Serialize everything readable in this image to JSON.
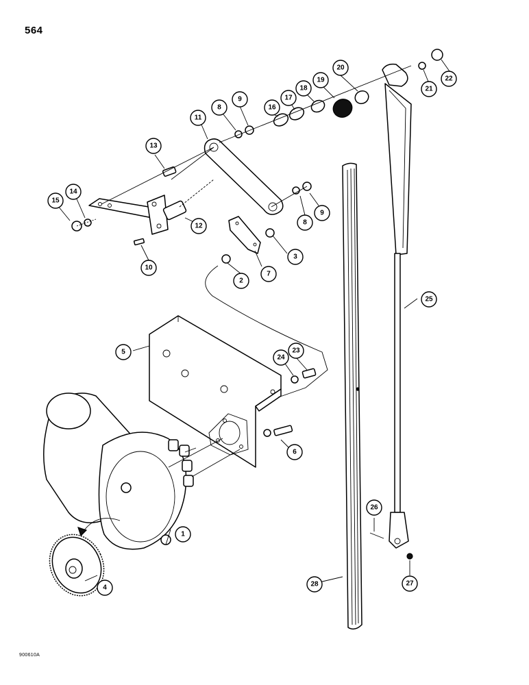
{
  "page": {
    "number": "564",
    "drawing_code": "900610A"
  },
  "callouts": [
    {
      "id": "c1",
      "label": "1"
    },
    {
      "id": "c2",
      "label": "2"
    },
    {
      "id": "c3",
      "label": "3"
    },
    {
      "id": "c4",
      "label": "4"
    },
    {
      "id": "c5",
      "label": "5"
    },
    {
      "id": "c6",
      "label": "6"
    },
    {
      "id": "c7",
      "label": "7"
    },
    {
      "id": "c8a",
      "label": "8"
    },
    {
      "id": "c8b",
      "label": "8"
    },
    {
      "id": "c9a",
      "label": "9"
    },
    {
      "id": "c9b",
      "label": "9"
    },
    {
      "id": "c10",
      "label": "10"
    },
    {
      "id": "c11",
      "label": "11"
    },
    {
      "id": "c12",
      "label": "12"
    },
    {
      "id": "c13",
      "label": "13"
    },
    {
      "id": "c14",
      "label": "14"
    },
    {
      "id": "c15",
      "label": "15"
    },
    {
      "id": "c16",
      "label": "16"
    },
    {
      "id": "c17",
      "label": "17"
    },
    {
      "id": "c18",
      "label": "18"
    },
    {
      "id": "c19",
      "label": "19"
    },
    {
      "id": "c20",
      "label": "20"
    },
    {
      "id": "c21",
      "label": "21"
    },
    {
      "id": "c22",
      "label": "22"
    },
    {
      "id": "c23",
      "label": "23"
    },
    {
      "id": "c24",
      "label": "24"
    },
    {
      "id": "c25",
      "label": "25"
    },
    {
      "id": "c26",
      "label": "26"
    },
    {
      "id": "c27",
      "label": "27"
    },
    {
      "id": "c28",
      "label": "28"
    }
  ]
}
